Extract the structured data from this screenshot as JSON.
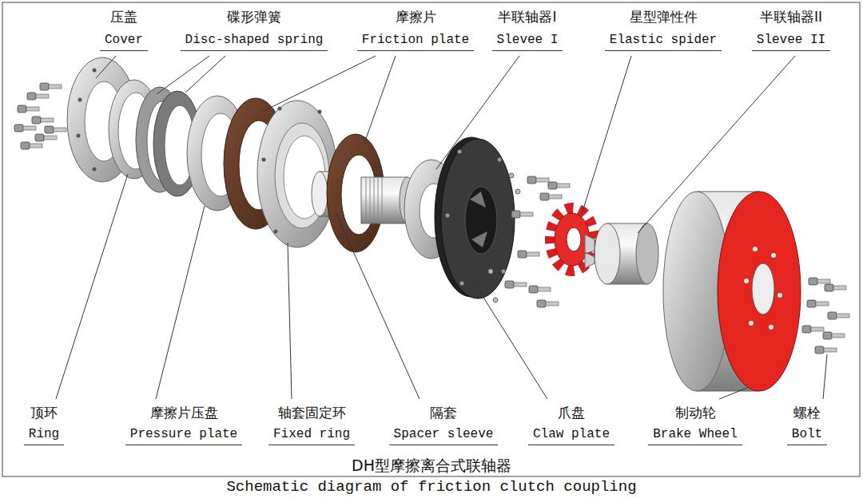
{
  "diagram": {
    "title": "DH型摩擦离合式联轴器",
    "caption": "Schematic diagram of friction clutch coupling",
    "labels": [
      "压盖",
      "Cover",
      "碟形弹簧",
      "Disc-shaped spring",
      "摩擦片",
      "Friction plate",
      "半联轴器I",
      "Slevee I",
      "星型弹性件",
      "Elastic spider",
      "半联轴器II",
      "Slevee II",
      "顶环",
      "Ring",
      "摩擦片压盘",
      "Pressure plate",
      "轴套固定环",
      "Fixed ring",
      "隔套",
      "Spacer sleeve",
      "爪盘",
      "Claw plate",
      "制动轮",
      "Brake Wheel",
      "螺栓",
      "Bolt"
    ]
  }
}
